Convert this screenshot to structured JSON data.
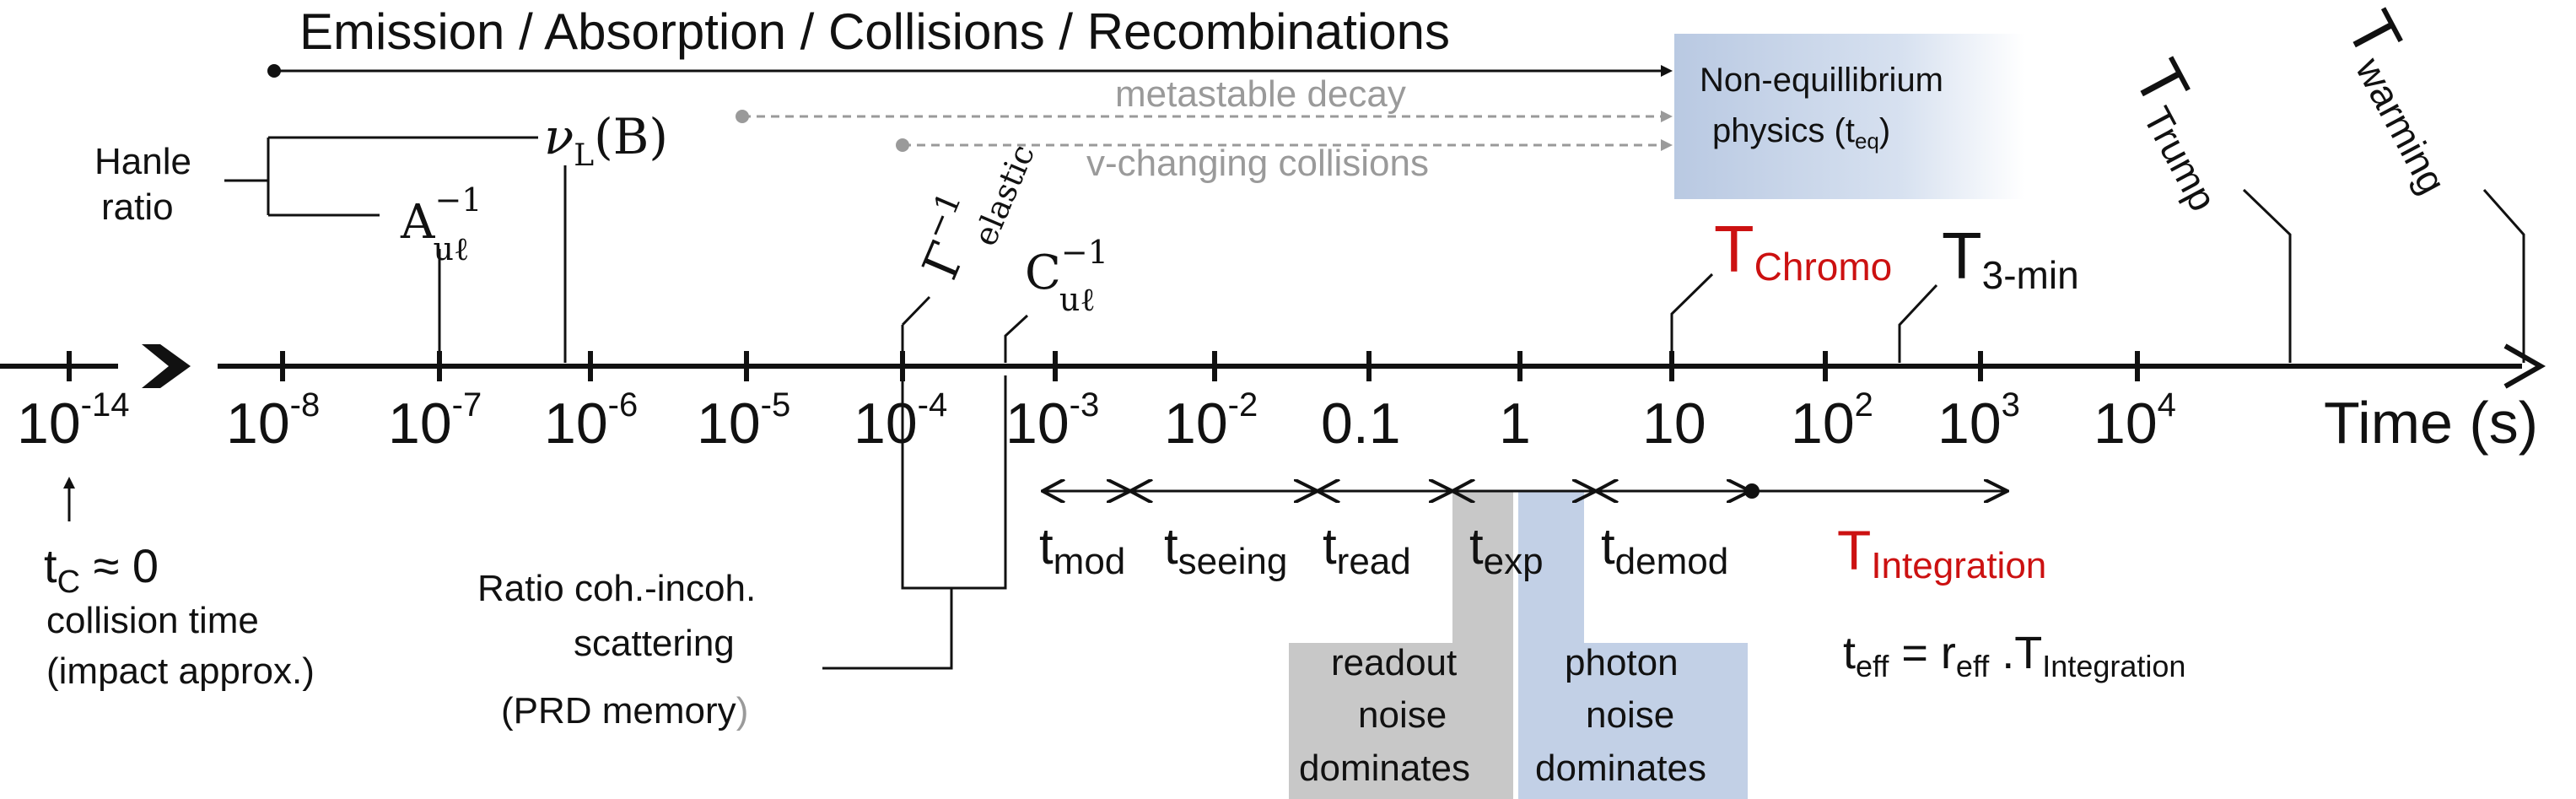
{
  "top": {
    "processes": "Emission / Absorption /  Collisions / Recombinations",
    "metastable": "metastable decay",
    "vchanging": "v-changing collisions",
    "noneq_line1": "Non-equillibrium",
    "noneq_line2": "physics (t",
    "noneq_sub": "eq",
    "noneq_close": ")"
  },
  "hanle": {
    "line1": "Hanle",
    "line2": "ratio"
  },
  "markers": {
    "A_base": "A",
    "A_sup": "−1",
    "A_sub": "uℓ",
    "nu": "ν",
    "nu_sub": "L",
    "nu_arg": "(B)",
    "gamma": "Γ",
    "gamma_sup": "−1",
    "gamma_sub": "elastic",
    "C_base": "C",
    "C_sup": "−1",
    "C_sub": "uℓ",
    "T_chromo_base": "T",
    "T_chromo_sub": "Chromo",
    "T_3min_base": "T",
    "T_3min_sub": "3-min",
    "T_trump_base": "T",
    "T_trump_sub": "Trump",
    "T_warming_base": "T",
    "T_warming_sub": "warming"
  },
  "axis": {
    "ticks": [
      {
        "base": "10",
        "exp": "-14"
      },
      {
        "base": "10",
        "exp": "-8"
      },
      {
        "base": "10",
        "exp": "-7"
      },
      {
        "base": "10",
        "exp": "-6"
      },
      {
        "base": "10",
        "exp": "-5"
      },
      {
        "base": "10",
        "exp": "-4"
      },
      {
        "base": "10",
        "exp": "-3"
      },
      {
        "base": "10",
        "exp": "-2"
      },
      {
        "base": "0.1",
        "exp": ""
      },
      {
        "base": "1",
        "exp": ""
      },
      {
        "base": "10",
        "exp": ""
      },
      {
        "base": "10",
        "exp": "2"
      },
      {
        "base": "10",
        "exp": "3"
      },
      {
        "base": "10",
        "exp": "4"
      }
    ],
    "label": "Time (s)"
  },
  "intervals": [
    {
      "base": "t",
      "sub": "mod"
    },
    {
      "base": "t",
      "sub": "seeing"
    },
    {
      "base": "t",
      "sub": "read"
    },
    {
      "base": "t",
      "sub": "exp"
    },
    {
      "base": "t",
      "sub": "demod"
    }
  ],
  "integration": {
    "base": "T",
    "sub": "Integration"
  },
  "teff": {
    "base": "t",
    "sub": "eff",
    "mid": " = r",
    "sub2": "eff",
    "dot": " .T",
    "sub3": "Integration"
  },
  "collision": {
    "tc_base": "t",
    "tc_sub": "C",
    "tc_rest": " ≈ 0",
    "line2": "collision time",
    "line3": "(impact approx.)"
  },
  "ratio": {
    "line1": "Ratio coh.-incoh.",
    "line2": "scattering",
    "line3": "(PRD memory",
    "line3_close": ")"
  },
  "noise": {
    "readout": [
      "readout",
      "noise",
      "dominates"
    ],
    "photon": [
      "photon",
      "noise",
      "dominates"
    ]
  },
  "colors": {
    "text": "#111111",
    "red": "#cc1111",
    "grey": "#9a9a9a",
    "readout_box": "#c8c8c8",
    "photon_box": "#c2d0e6",
    "noneq_box": "#c2d0e6"
  }
}
